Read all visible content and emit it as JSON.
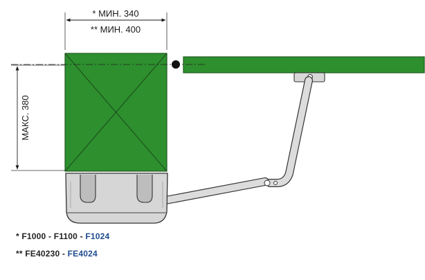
{
  "dimensions": {
    "top_line1": "* МИН. 340",
    "top_line2": "** МИН. 400",
    "side": "МАКС. 380"
  },
  "legend": {
    "line1": {
      "prefix": "* ",
      "models": "F1000 - F1100 - ",
      "highlight": "F1024"
    },
    "line2": {
      "prefix": "** ",
      "models": "FE40230 - ",
      "highlight": "FE4024"
    }
  },
  "colors": {
    "gate_green": "#2d8f2d",
    "housing_grey": "#d6d6d6",
    "highlight_blue": "#1f4b8f"
  }
}
